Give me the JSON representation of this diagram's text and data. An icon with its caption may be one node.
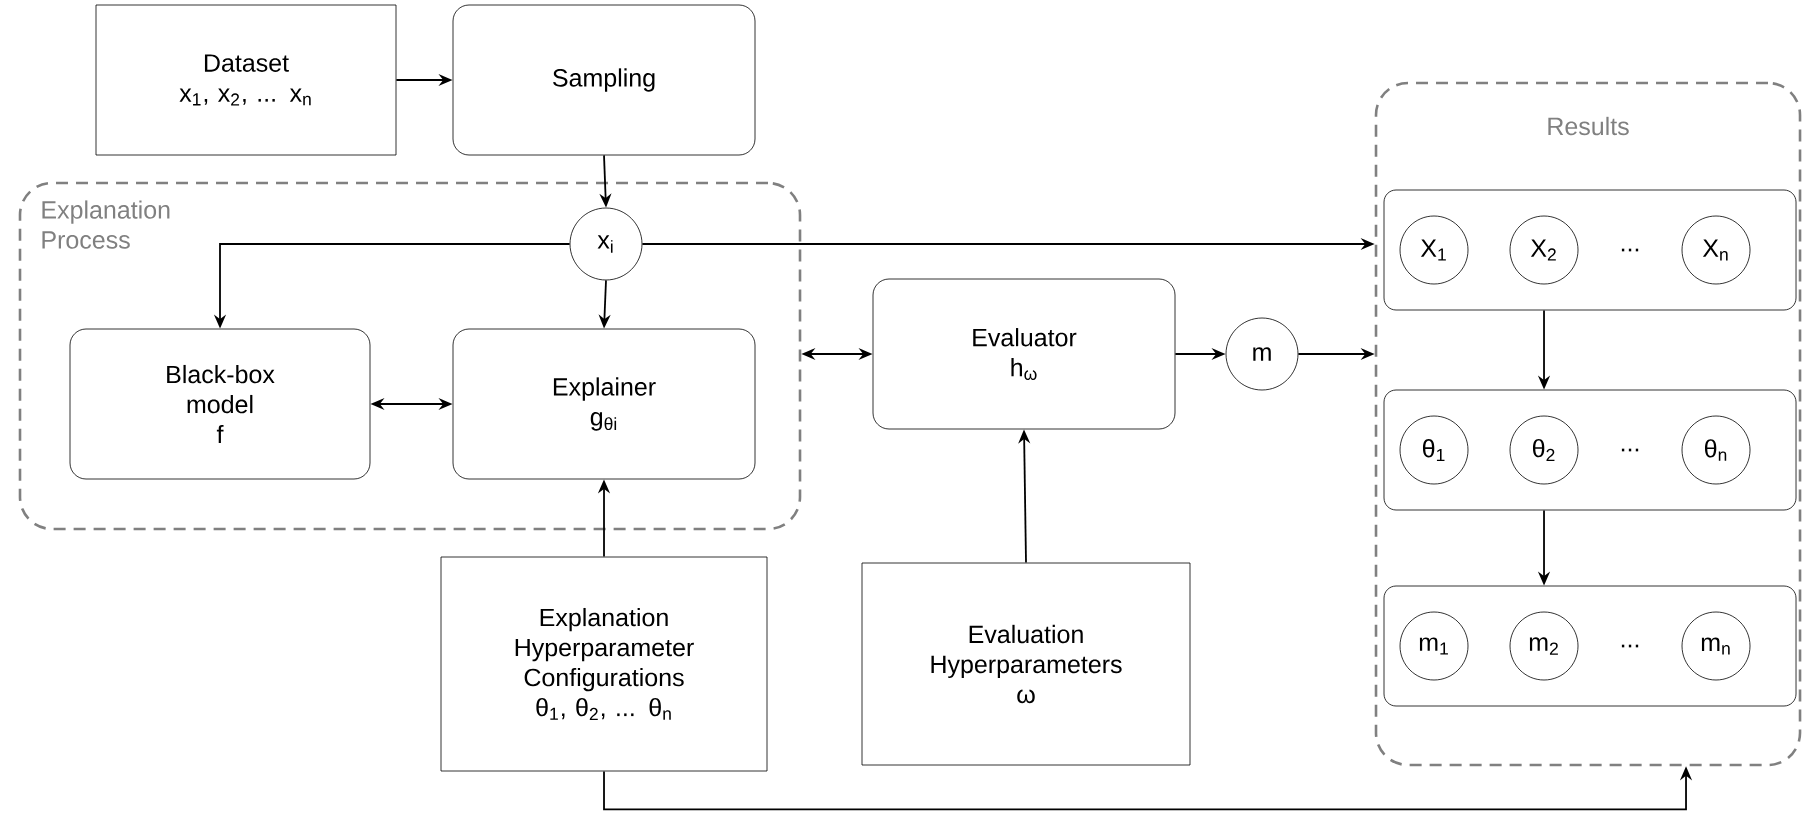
{
  "diagram": {
    "nodes": [
      {
        "text": [
          "Dataset",
          "x$_{1}$, x$_{2}$, ... x$_{n}$"
        ]
      },
      {
        "text": [
          "Sampling"
        ]
      },
      {
        "text": [
          "Explanation Process"
        ]
      },
      {
        "text": [
          "x$_{i}$"
        ],
        "in": 2
      },
      {
        "text": [
          "Black-box model",
          "f"
        ],
        "in": 2
      },
      {
        "text": [
          "Explainer",
          "g$_{θi}$"
        ],
        "in": 2
      },
      {
        "text": [
          "Evaluator",
          "h$_{ω}$"
        ]
      },
      {
        "text": [
          "m"
        ]
      },
      {
        "text": [
          "Results"
        ]
      },
      {
        "text": [
          "..."
        ],
        "in": 8
      },
      {
        "text": [
          "X$_{1}$"
        ],
        "in": 9
      },
      {
        "text": [
          "X$_{2}$"
        ],
        "in": 9
      },
      {
        "text": [
          "X$_{n}$"
        ],
        "in": 9
      },
      {
        "text": [
          "..."
        ],
        "in": 8
      },
      {
        "text": [
          "θ$_{1}$"
        ],
        "in": 13
      },
      {
        "text": [
          "θ$_{2}$"
        ],
        "in": 13
      },
      {
        "text": [
          "θ$_{n}$"
        ],
        "in": 13
      },
      {
        "text": [
          "..."
        ],
        "in": 8
      },
      {
        "text": [
          "m$_{1}$"
        ],
        "in": 17
      },
      {
        "text": [
          "m$_{2}$"
        ],
        "in": 17
      },
      {
        "text": [
          "m$_{n}$"
        ],
        "in": 17
      },
      {
        "text": [
          "Explanation Hyperparameter Configurations",
          "θ$_{1}$, θ$_{2}$, ... θ$_{n}$"
        ]
      },
      {
        "text": [
          "Evaluation Hyperparameters",
          "ω"
        ]
      }
    ],
    "edges": [
      {
        "from": 0,
        "to": 1,
        "arrow": "to"
      },
      {
        "from": 1,
        "to": 3,
        "arrow": "to"
      },
      {
        "from": 3,
        "to": 4,
        "arrow": "to"
      },
      {
        "from": 3,
        "to": 5,
        "arrow": "to"
      },
      {
        "from": 4,
        "to": 5,
        "arrow": "both"
      },
      {
        "from": 2,
        "to": 6,
        "arrow": "both"
      },
      {
        "from": 6,
        "to": 7,
        "arrow": "to"
      },
      {
        "from": 7,
        "to": 8,
        "arrow": "to"
      },
      {
        "from": 3,
        "to": 8,
        "arrow": "to"
      },
      {
        "from": 9,
        "to": 13,
        "arrow": "to"
      },
      {
        "from": 13,
        "to": 17,
        "arrow": "to"
      },
      {
        "from": 21,
        "to": 5,
        "arrow": "to"
      },
      {
        "from": 22,
        "to": 6,
        "arrow": "to"
      },
      {
        "from": 21,
        "to": 8,
        "arrow": "to"
      }
    ]
  }
}
